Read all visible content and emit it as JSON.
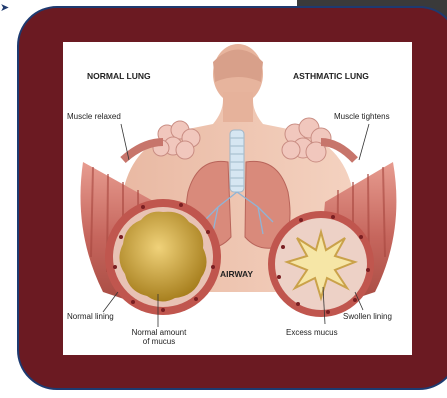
{
  "diagram": {
    "heading_left": "NORMAL LUNG",
    "heading_right": "ASTHMATIC LUNG",
    "center_label": "AIRWAY",
    "labels": {
      "muscle_relaxed": "Muscle relaxed",
      "muscle_tightens": "Muscle tightens",
      "normal_lining": "Normal lining",
      "normal_mucus_line1": "Normal amount",
      "normal_mucus_line2": "of mucus",
      "excess_mucus": "Excess mucus",
      "swollen_lining": "Swollen lining"
    }
  },
  "colors": {
    "frame": "#6b1a22",
    "frame_border": "#1e3a70",
    "panel": "#ffffff",
    "airway_wall": "#c9706a",
    "mucus": "#d7b043",
    "lining": "#e8c2b4"
  }
}
